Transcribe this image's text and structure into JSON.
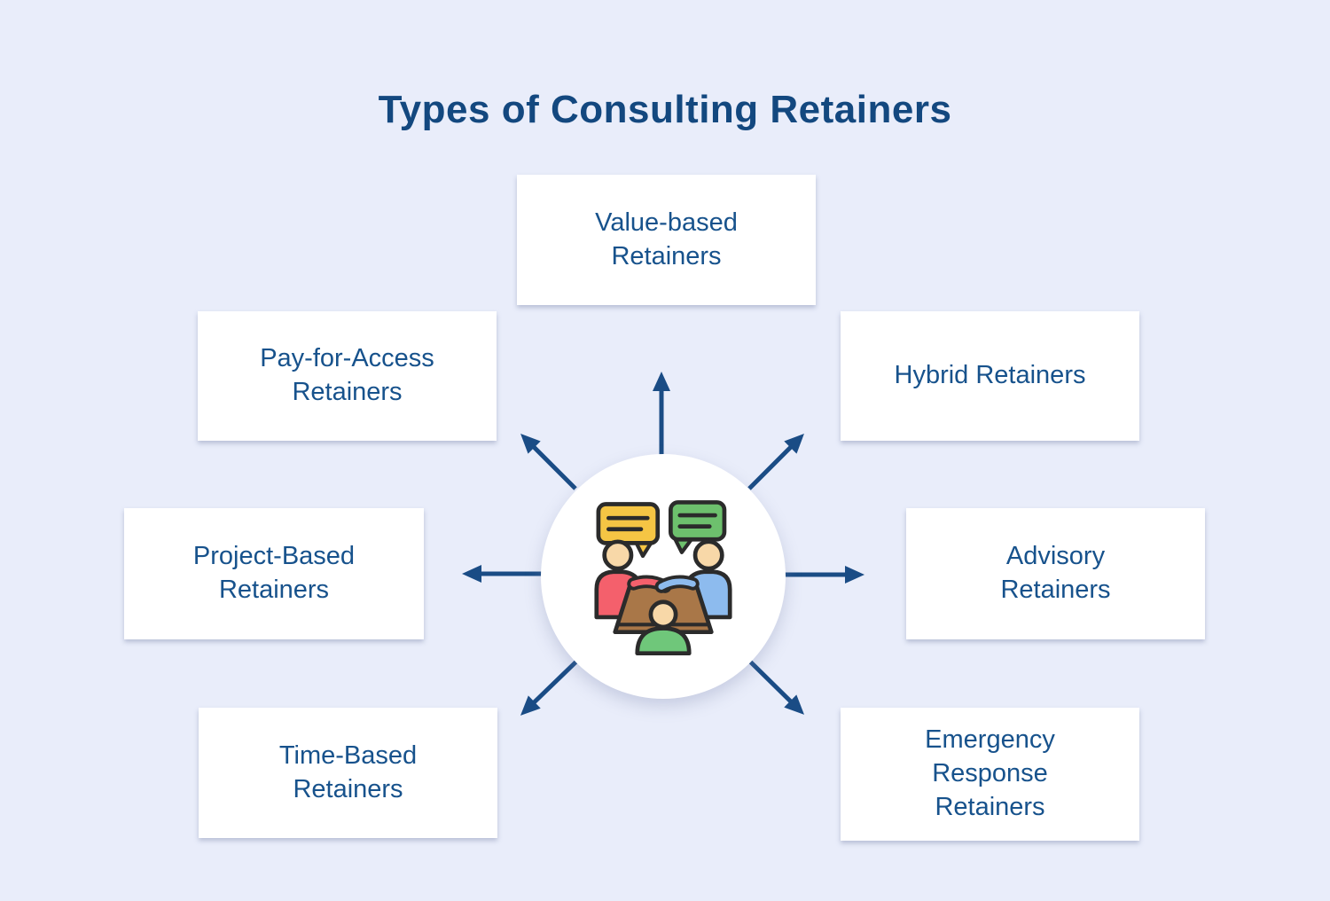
{
  "title": "Types of Consulting Retainers",
  "nodes": [
    {
      "id": "value-based",
      "label": "Value-based Retainers"
    },
    {
      "id": "pay-for-access",
      "label": "Pay-for-Access Retainers"
    },
    {
      "id": "hybrid",
      "label": "Hybrid Retainers"
    },
    {
      "id": "project-based",
      "label": "Project-Based Retainers"
    },
    {
      "id": "advisory",
      "label": "Advisory Retainers"
    },
    {
      "id": "time-based",
      "label": "Time-Based Retainers"
    },
    {
      "id": "emergency",
      "label": "Emergency Response Retainers"
    }
  ],
  "center_icon": "meeting-discussion-icon",
  "colors": {
    "background": "#E9EDFA",
    "box_background": "#FFFFFF",
    "title_text": "#13487F",
    "label_text": "#17528C",
    "arrow": "#1A4C85",
    "icon_outline": "#2B2B2B",
    "icon_yellow": "#F5C544",
    "icon_green": "#6DC06D",
    "icon_red": "#F4606C",
    "icon_blue": "#8DBBEE",
    "icon_skin": "#F8D8A8",
    "icon_brown": "#A97748",
    "icon_front_green": "#6FC77A"
  }
}
